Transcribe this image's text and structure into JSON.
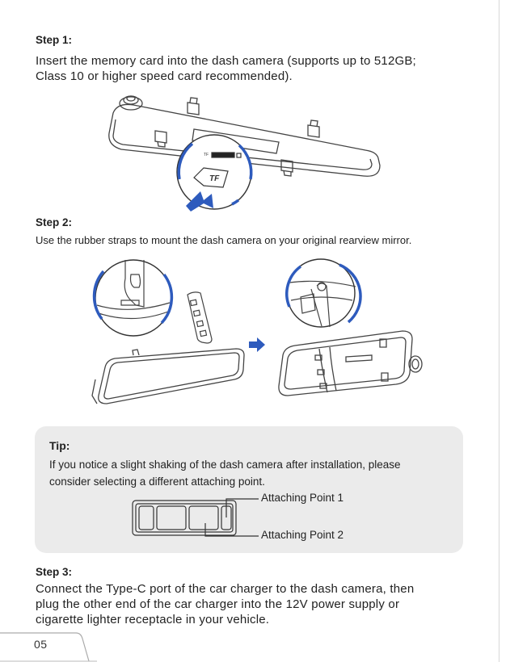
{
  "step1": {
    "heading": "Step 1:",
    "text_line1": "Insert the  memory card into the dash camera (supports up to 512GB;",
    "text_line2": "Class 10 or higher speed card recommended).",
    "card_label": "TF"
  },
  "step2": {
    "heading": "Step 2:",
    "text": "Use the rubber straps to mount the dash camera on your original rearview mirror."
  },
  "tip": {
    "title": "Tip:",
    "text_line1": "If you notice a slight shaking of the dash camera after installation, please",
    "text_line2": "consider selecting a different attaching point.",
    "attaching_point_1": "Attaching Point 1",
    "attaching_point_2": "Attaching Point 2"
  },
  "step3": {
    "heading": "Step 3:",
    "text_line1": "Connect the Type-C port of the car charger to the dash camera, then",
    "text_line2": "plug the other end of the car charger into the 12V power supply or",
    "text_line3": "cigarette lighter receptacle in your vehicle."
  },
  "footer": {
    "page_number": "05"
  },
  "colors": {
    "accent": "#2e5bbd",
    "line": "#444444",
    "tip_bg": "#ebebeb"
  }
}
